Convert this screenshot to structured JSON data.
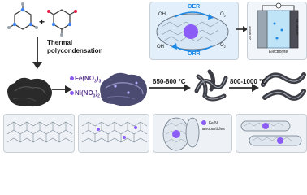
{
  "steps": {
    "thermal_line1": "Thermal",
    "thermal_line2": "polycondensation",
    "fe_salt": "Fe(NO",
    "fe_sub": "3",
    "fe_close": ")",
    "fe_sub2": "3",
    "ni_salt": "Ni(NO",
    "ni_sub": "3",
    "ni_close": ")",
    "ni_sub2": "2",
    "temp1": "650-800 °C",
    "temp2": "800-1000 °C"
  },
  "reaction": {
    "plus": "+",
    "oer": "OER",
    "orr": "ORR",
    "o2_top": "O",
    "o2_top_sub": "2",
    "o2_bottom": "O",
    "o2_bottom_sub": "2",
    "oh_top": "OH",
    "oh_bottom": "OH",
    "electrolyte": "Electrolyte",
    "anode": "Zn anode",
    "cathode": "Air cathode"
  },
  "legend": {
    "label_line1": "Fe/Ni",
    "label_line2": "nanoparticles"
  },
  "colors": {
    "accent_blue": "#1e88e5",
    "nanoparticle": "#8b5cf6",
    "arrow": "#2b2b2b"
  }
}
